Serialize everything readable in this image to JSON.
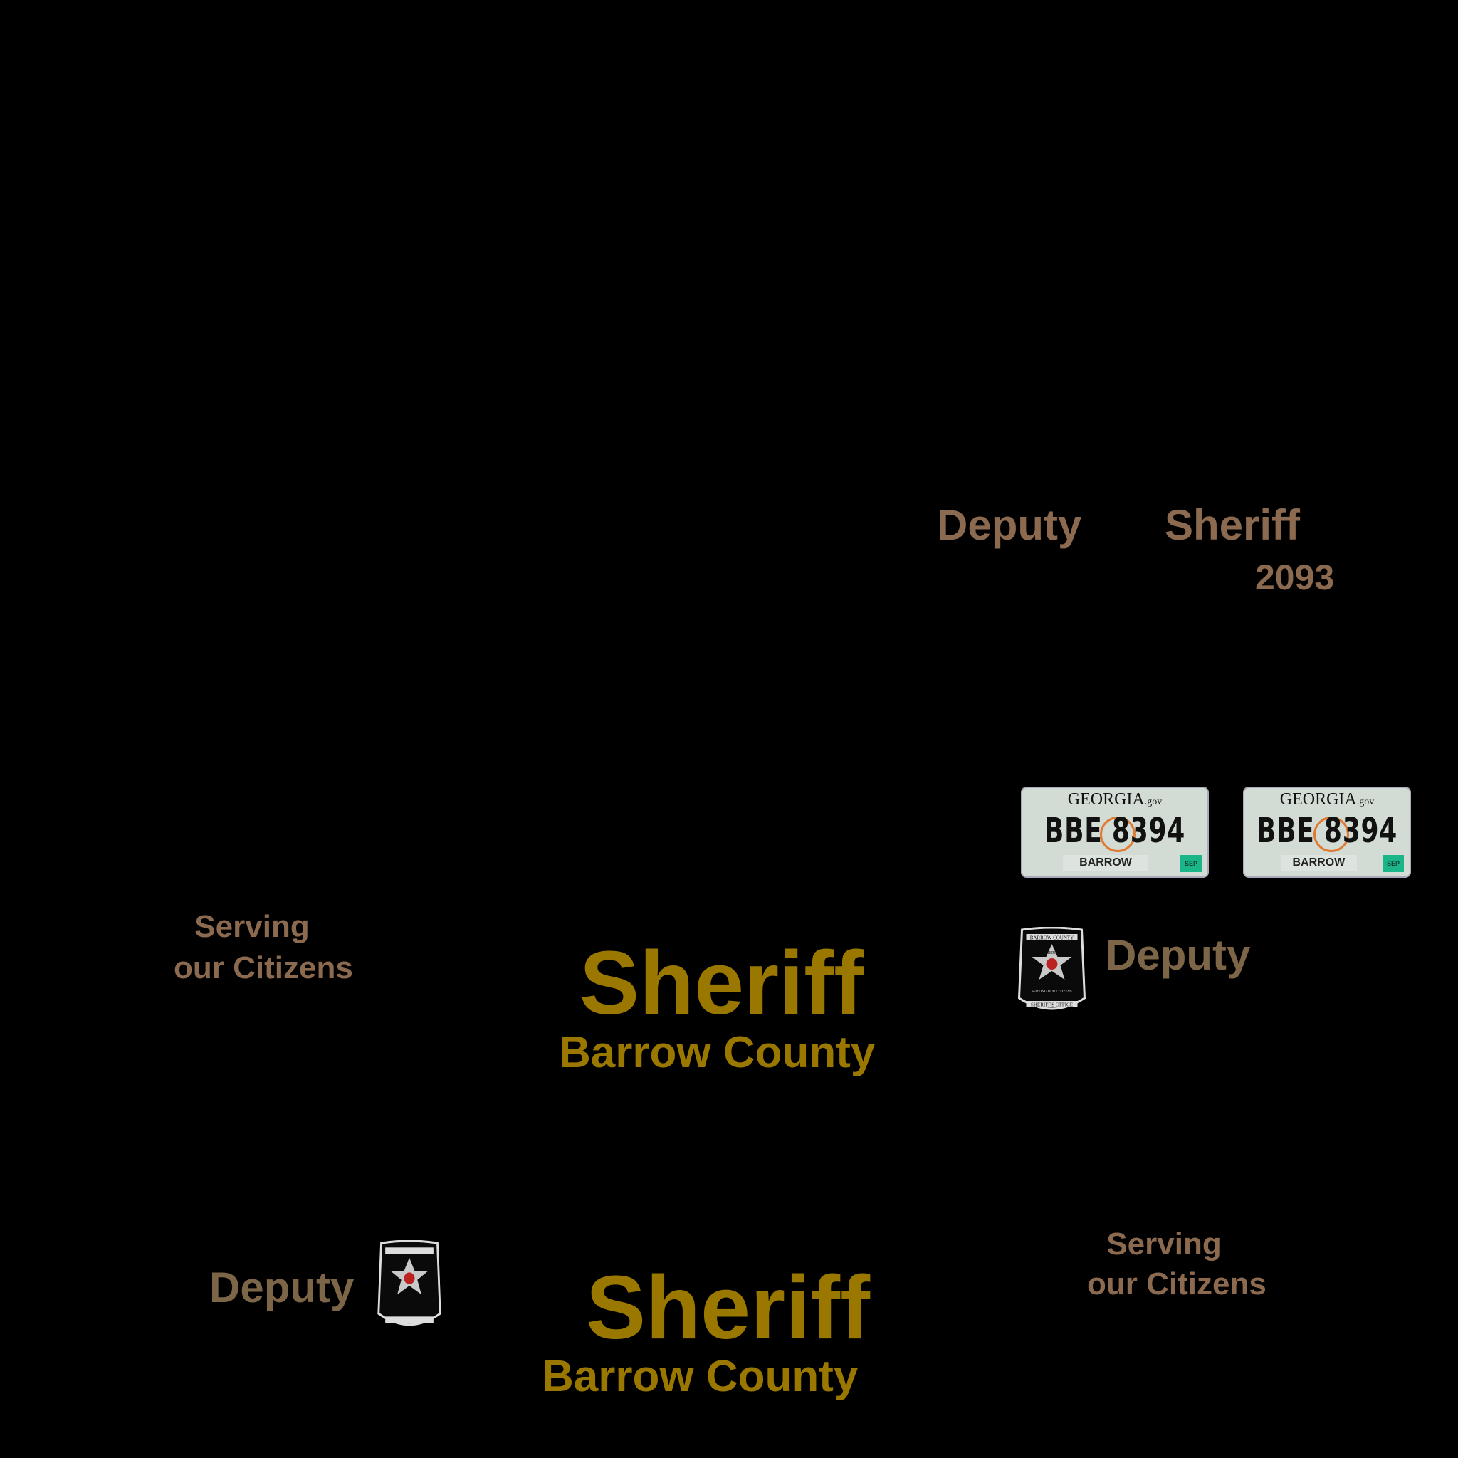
{
  "top": {
    "deputy": "Deputy",
    "sheriff": "Sheriff",
    "unit_number": "2093"
  },
  "plates": [
    {
      "state": "GEORGIA",
      "suffix": ".gov",
      "number": "BBE 8394",
      "county": "BARROW",
      "month": "SEP"
    },
    {
      "state": "GEORGIA",
      "suffix": ".gov",
      "number": "BBE 8394",
      "county": "BARROW",
      "month": "SEP"
    }
  ],
  "badge": {
    "top_banner": "BARROW COUNTY",
    "star_text": "SHERIFF",
    "motto": "SERVING OUR CITIZENS",
    "bottom_banner": "SHERIFF'S OFFICE"
  },
  "middle": {
    "serving_line1": "Serving",
    "serving_line2": "our Citizens",
    "sheriff": "Sheriff",
    "county": "Barrow County",
    "deputy": "Deputy"
  },
  "bottom": {
    "deputy": "Deputy",
    "sheriff": "Sheriff",
    "county": "Barrow County",
    "serving_line1": "Serving",
    "serving_line2": "our Citizens"
  },
  "colors": {
    "brown": "#8c6a4f",
    "gold": "#9a7800",
    "background": "#000000"
  }
}
